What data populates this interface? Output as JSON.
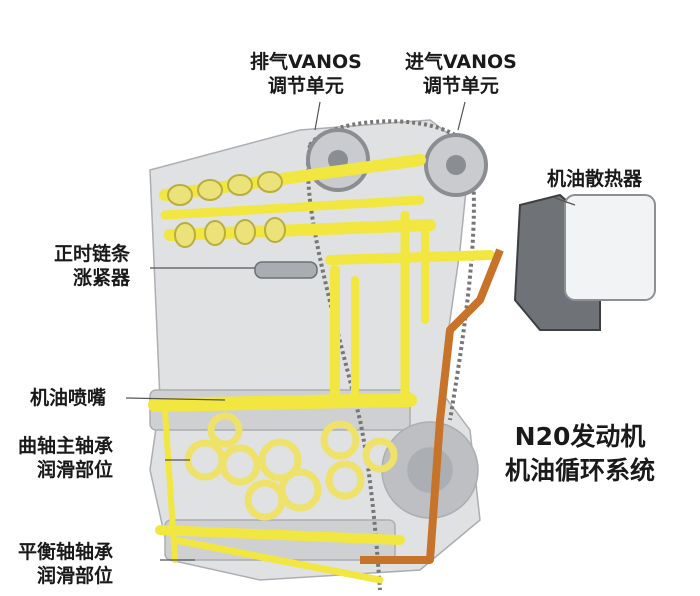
{
  "labels": {
    "exhaust_vanos": [
      "排气VANOS",
      "调节单元"
    ],
    "intake_vanos": [
      "进气VANOS",
      "调节单元"
    ],
    "oil_cooler": "机油散热器",
    "chain_tensioner": [
      "正时链条",
      "涨紧器"
    ],
    "oil_nozzle": "机油喷嘴",
    "main_bearing": [
      "曲轴主轴承",
      "润滑部位"
    ],
    "balance_bearing": [
      "平衡轴轴承",
      "润滑部位"
    ]
  },
  "title": [
    "N20发动机",
    "机油循环系统"
  ],
  "colors": {
    "oil_gallery": "#f2e640",
    "return_line": "#c8732a",
    "engine_parts": "#b9bcc0",
    "leader_line": "#555555"
  }
}
